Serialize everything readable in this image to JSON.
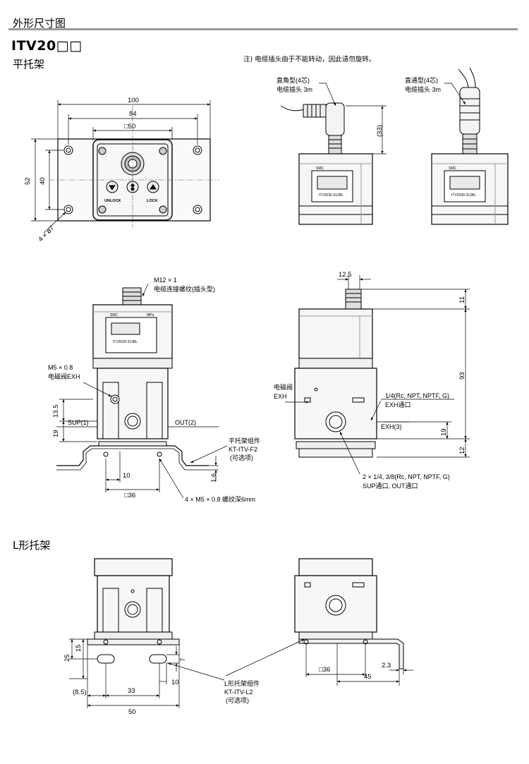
{
  "header": {
    "title": "外形尺寸图",
    "model": "ITV20□□",
    "flat_bracket_heading": "平托架",
    "l_bracket_heading": "L形托架",
    "note": "注) 电缆插头由于不能转动，因此请勿旋转。"
  },
  "top_front": {
    "dims": {
      "d100": "100",
      "d84": "84",
      "d50": "□50",
      "d52": "52",
      "d40": "40",
      "holes": "4 × ø7"
    },
    "panel": {
      "unlock": "UNLOCK",
      "lock": "LOCK"
    }
  },
  "connectors": {
    "angle_label_1": "直角型(4芯)",
    "angle_label_2": "电缆插头 3m",
    "angle_dim": "(33)",
    "straight_label_1": "直通型(4芯)",
    "straight_label_2": "电缆插头 3m"
  },
  "mid_front": {
    "m12_1": "M12 × 1",
    "m12_2": "电缆连接螺纹(插头型)",
    "m5_1": "M5 × 0.8",
    "m5_2": "电磁阀EXH",
    "sup": "SUP(1)",
    "out": "OUT(2)",
    "d13_5": "13.5",
    "d19": "19",
    "d10": "10",
    "d36": "□36",
    "d1_6": "1.6",
    "bracket_1": "平托架组件",
    "bracket_2": "KT-ITV-F2",
    "bracket_3": "(可选项)",
    "thread": "4 × M5 × 0.8 螺纹深6mm"
  },
  "mid_side": {
    "d12_5": "12.5",
    "d11": "11",
    "d93": "93",
    "d19": "19",
    "d12": "12",
    "exh_valve_1": "电磁阀",
    "exh_valve_2": "EXH",
    "port_1": "1/4(Rc, NPT, NPTF, G)",
    "port_2": "EXH通口",
    "exh3": "EXH(3)",
    "sup_out_1": "2 × 1/4, 3/8(Rc, NPT, NPTF, G)",
    "sup_out_2": "SUP通口, OUT通口"
  },
  "l_bracket": {
    "d25": "25",
    "d15": "15",
    "d7": "7",
    "d10": "10",
    "d33": "33",
    "d8_5": "(8.5)",
    "d50": "50",
    "d36": "□36",
    "d2_3": "2.3",
    "d45": "45",
    "kit_1": "L形托架组件",
    "kit_2": "KT-ITV-L2",
    "kit_3": "(可选项)"
  },
  "product_label": {
    "brand": "SMC",
    "unit": "MPa",
    "model_code": "ITV2030-312BL"
  }
}
